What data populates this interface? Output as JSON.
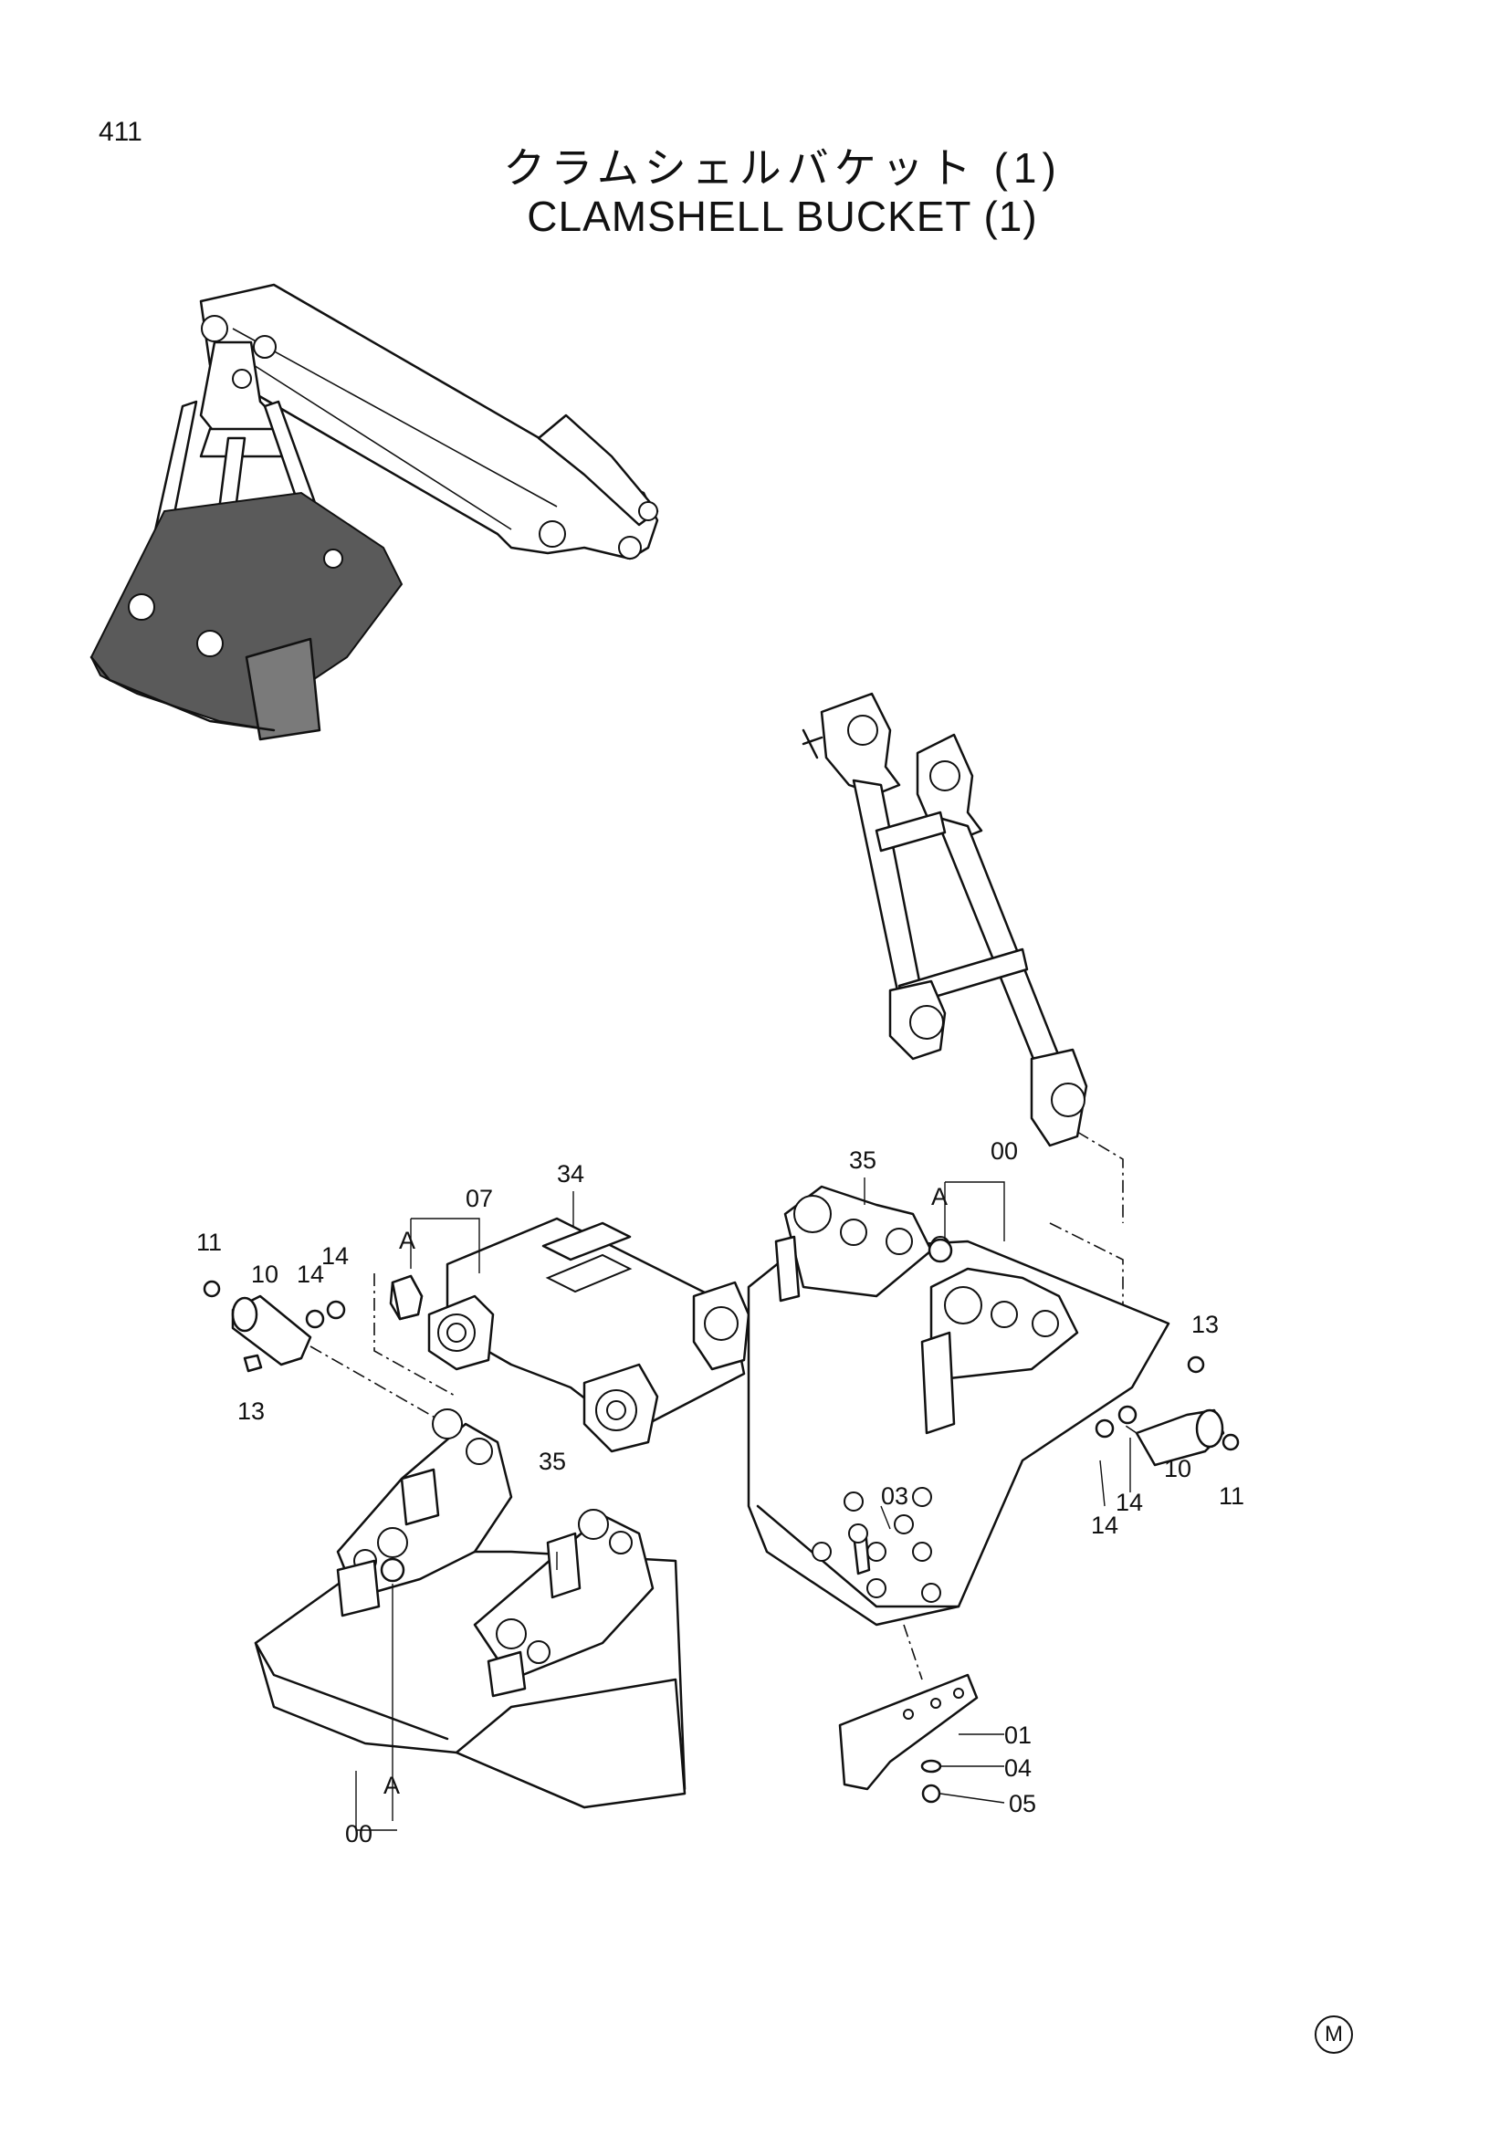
{
  "page": {
    "number": "411",
    "title_jp": "クラムシェルバケット (1)",
    "title_en": "CLAMSHELL  BUCKET  (1)",
    "corner_mark": "M"
  },
  "callouts": {
    "c00_right": "00",
    "c00_left": "00",
    "c01": "01",
    "c03": "03",
    "c04": "04",
    "c05": "05",
    "c07": "07",
    "c10_left": "10",
    "c10_right": "10",
    "c11_left": "11",
    "c11_right": "11",
    "c13_left": "13",
    "c13_right": "13",
    "c14_left_a": "14",
    "c14_left_b": "14",
    "c14_right_a": "14",
    "c14_right_b": "14",
    "c34": "34",
    "c35_top": "35",
    "c35_left": "35",
    "A_top_left": "A",
    "A_top_right": "A",
    "A_bottom": "A"
  }
}
